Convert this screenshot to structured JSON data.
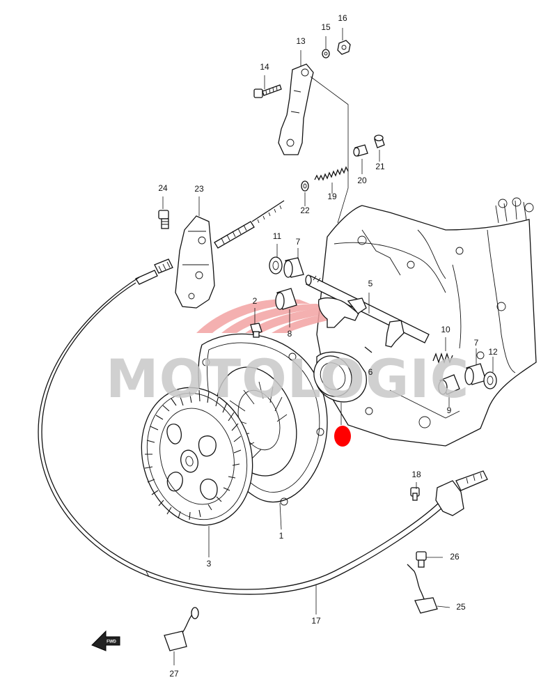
{
  "watermark": {
    "text": "MOTOLOGIC",
    "text_color": "#c8c8c8",
    "stripe_color": "#f2a2a2"
  },
  "marker": {
    "color": "#ff0000"
  },
  "front_arrow": {
    "label": "FWD"
  },
  "callouts": {
    "c1": "1",
    "c2": "2",
    "c3": "3",
    "c5": "5",
    "c6": "6",
    "c7a": "7",
    "c7b": "7",
    "c8": "8",
    "c9": "9",
    "c10": "10",
    "c11": "11",
    "c12": "12",
    "c13": "13",
    "c14": "14",
    "c15": "15",
    "c16": "16",
    "c17": "17",
    "c18": "18",
    "c19": "19",
    "c20": "20",
    "c21": "21",
    "c22": "22",
    "c23": "23",
    "c24": "24",
    "c25": "25",
    "c26": "26",
    "c27": "27"
  }
}
